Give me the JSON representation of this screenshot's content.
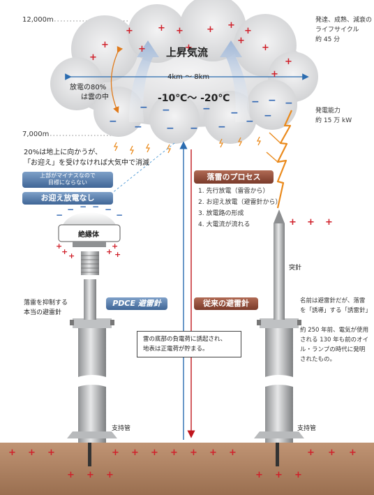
{
  "altitude": {
    "top": "12,000m",
    "base": "7,000m"
  },
  "cloud": {
    "updraft_title": "上昇気流",
    "width_label": "4km ～ 8km",
    "temperature": "-10℃～ -20℃",
    "discharge_line1": "放電の80%",
    "discharge_line2": "は雲の中"
  },
  "lifecycle": {
    "line1": "発達、成熟、減衰の",
    "line2": "ライフサイクル",
    "line3": "約 45 分"
  },
  "capacity": {
    "line1": "発電能力",
    "line2": "約 15 万 kW"
  },
  "ground_note": {
    "line1": "20%は地上に向かうが、",
    "line2": "「お迎え」を受けなければ大気中で消滅"
  },
  "pdce": {
    "badge_line1": "上部がマイナスなので",
    "badge_line2": "目標にならない",
    "no_upward": "お迎え放電なし",
    "insulator": "絶縁体",
    "title": "PDCE 避雷針",
    "desc_line1": "落雷を抑制する",
    "desc_line2": "本当の避雷針",
    "support": "支持管"
  },
  "process": {
    "title": "落雷のプロセス",
    "steps": [
      "1. 先行放電（雷雲から）",
      "2. お迎え放電（避雷針から）",
      "3. 放電路の形成",
      "4. 大電流が流れる"
    ]
  },
  "conventional": {
    "title": "従来の避雷針",
    "tip": "突針",
    "support": "支持管",
    "desc": [
      "名前は避雷針だが、落雷",
      "を「誘導」する「誘雷針」",
      "",
      "約 250 年前、電気が使用",
      "される 130 年も前のオイ",
      "ル・ランプの時代に発明",
      "されたもの。"
    ]
  },
  "center_note": {
    "line1": "雷の底部の負電荷に誘起され、",
    "line2": "地表は正電荷が貯まる。"
  },
  "colors": {
    "ground": "#a97f5e",
    "plus": "#d0202a",
    "minus": "#2f66b3",
    "bolt": "#ea8a1c",
    "cloud": "#d9dadc"
  }
}
